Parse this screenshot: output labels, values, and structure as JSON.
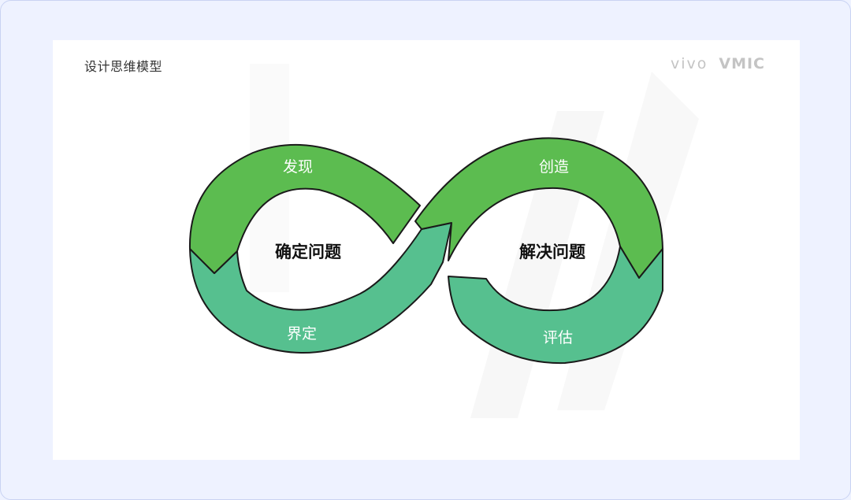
{
  "slide": {
    "title": "设计思维模型",
    "logo": {
      "left": "vivo",
      "right": "VMIC"
    }
  },
  "diagram": {
    "segments": [
      {
        "label": "发现",
        "color": "#5cbc50"
      },
      {
        "label": "界定",
        "color": "#56c08f"
      },
      {
        "label": "创造",
        "color": "#5cbc50"
      },
      {
        "label": "评估",
        "color": "#56c08f"
      }
    ],
    "centers": [
      {
        "label": "确定问题"
      },
      {
        "label": "解决问题"
      }
    ],
    "outline_color": "#1a1a1a"
  },
  "colors": {
    "page_background": "#eef2ff",
    "slide_background": "#ffffff"
  }
}
